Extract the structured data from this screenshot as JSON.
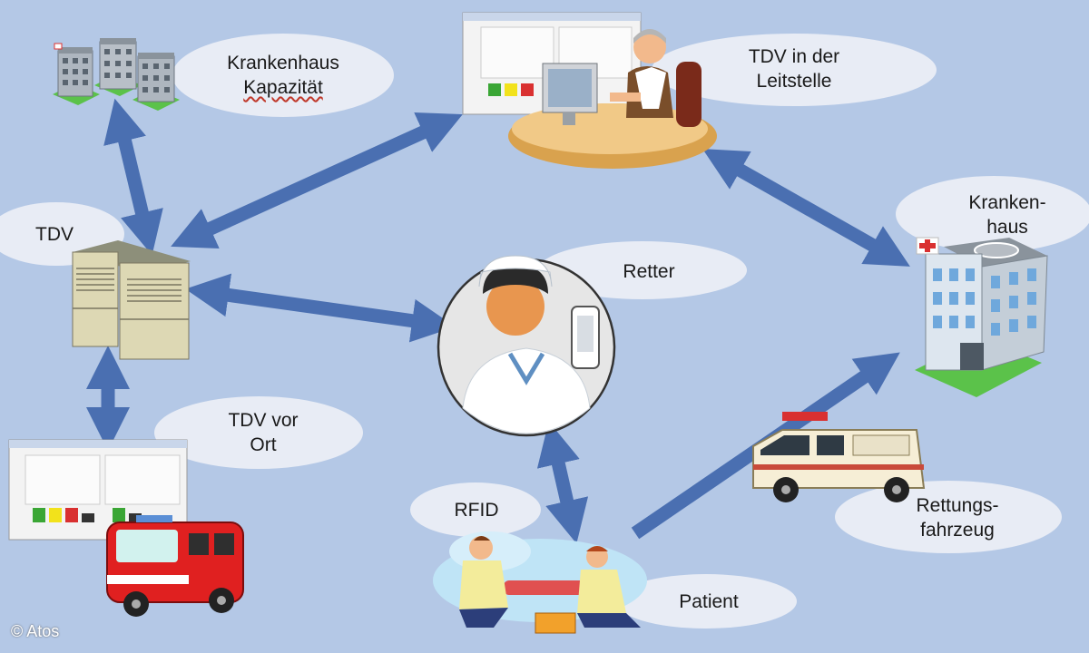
{
  "labels": {
    "krankenhaus_kapazitaet": [
      "Krankenhaus",
      "Kapazität"
    ],
    "tdv": "TDV",
    "tdv_leitstelle": [
      "TDV in der",
      "Leitstelle"
    ],
    "krankenhaus": [
      "Kranken-",
      "haus"
    ],
    "retter": "Retter",
    "tdv_vor_ort": [
      "TDV vor",
      "Ort"
    ],
    "rfid": "RFID",
    "rettungsfahrzeug": [
      "Rettungs-",
      "fahrzeug"
    ],
    "patient": "Patient"
  },
  "copyright": "© Atos",
  "colors": {
    "background": "#b4c8e6",
    "arrow": "#4a6fb1",
    "bubble": "#e8ecf5",
    "status_green": "#3aa635",
    "status_yellow": "#f2e21b",
    "status_red": "#d93030"
  },
  "icons": {
    "hospitals_group": "hospital-buildings-icon",
    "server": "server-rack-icon",
    "dispatcher": "dispatcher-desk-icon",
    "hospital": "hospital-building-icon",
    "rescuer": "paramedic-avatar-icon",
    "field_screen": "field-screen-icon",
    "fire_truck": "emergency-van-icon",
    "patient_scene": "patient-care-icon",
    "ambulance": "ambulance-icon"
  }
}
